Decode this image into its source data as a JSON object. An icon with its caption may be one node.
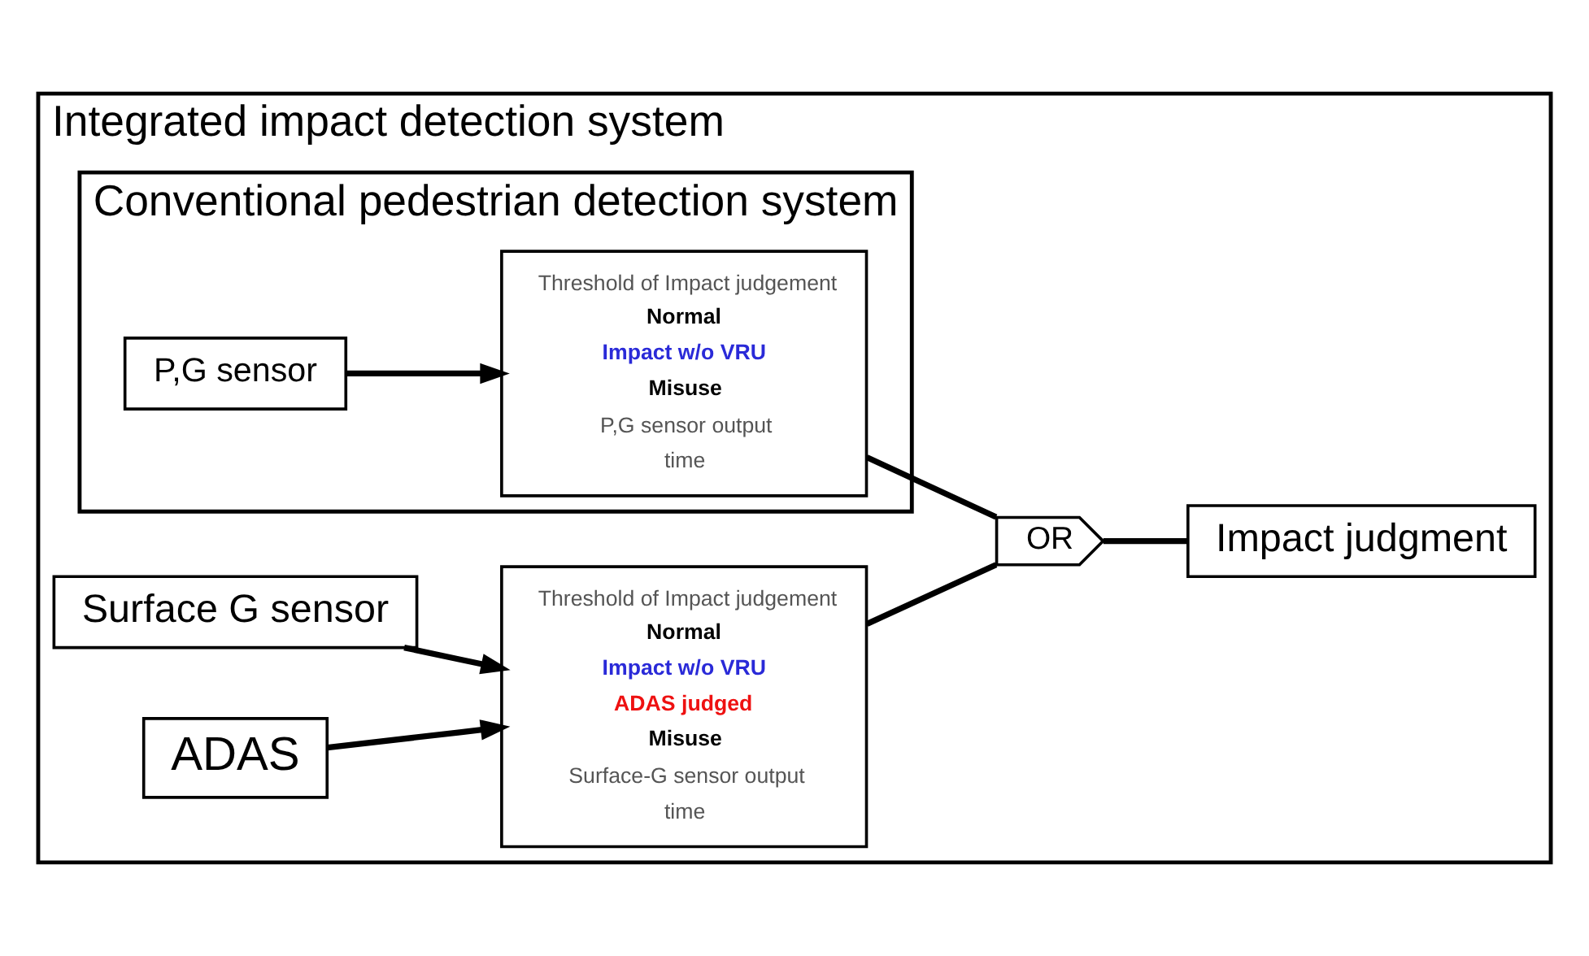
{
  "diagram": {
    "nodes": [
      {
        "text": [
          "Integrated impact detection system"
        ]
      },
      {
        "text": [
          "Surface G sensor"
        ],
        "in": 0
      },
      {
        "text": [
          "Threshold of Impact judgement",
          "Normal",
          "Impact w/o VRU",
          "ADAS judged",
          "Misuse",
          "Surface-G sensor output",
          "time"
        ],
        "in": 0
      },
      {
        "text": [
          "ADAS"
        ],
        "in": 0
      },
      {
        "text": [
          "OR"
        ],
        "in": 0
      },
      {
        "text": [
          "Impact judgment"
        ],
        "in": 0
      },
      {
        "text": [
          "Conventional pedestrian detection system"
        ],
        "in": 0
      },
      {
        "text": [
          "P,G sensor"
        ],
        "in": 6
      },
      {
        "text": [
          "Threshold of Impact judgement",
          "Normal",
          "Impact w/o VRU",
          "Misuse",
          "P,G sensor output",
          "time"
        ],
        "in": 6
      }
    ],
    "edges": [
      {
        "from": 1,
        "to": 2,
        "arrow": "to"
      },
      {
        "from": 3,
        "to": 2,
        "arrow": "to"
      },
      {
        "from": 2,
        "to": 4,
        "arrow": "none"
      },
      {
        "from": 7,
        "to": 8,
        "arrow": "to"
      },
      {
        "from": 8,
        "to": 4,
        "arrow": "none"
      },
      {
        "from": 4,
        "to": 5,
        "arrow": "none"
      }
    ]
  }
}
